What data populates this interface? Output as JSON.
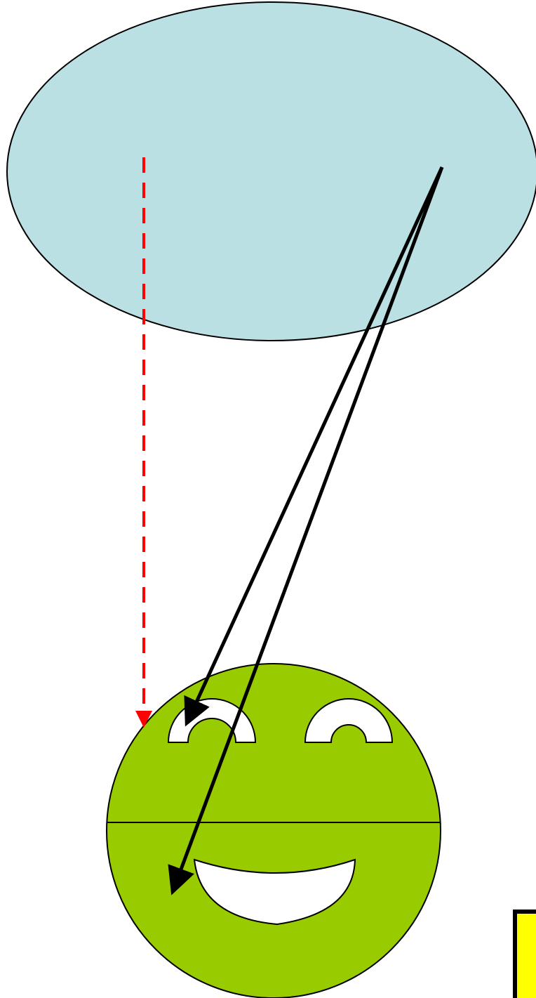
{
  "colors": {
    "background": "#ffffff",
    "ellipse_fill": "#bbe0e3",
    "face_fill": "#99cc00",
    "outline": "#000000",
    "dashed_arrow": "#ff0000",
    "box_fill": "#ffff00"
  },
  "elements": {
    "ellipse": "blue-ellipse",
    "face": "smiley-face",
    "dashed_arrow": "red-dashed-arrow",
    "solid_arrows": [
      "black-arrow-to-eye",
      "black-arrow-to-mouth"
    ],
    "box": "yellow-box"
  }
}
